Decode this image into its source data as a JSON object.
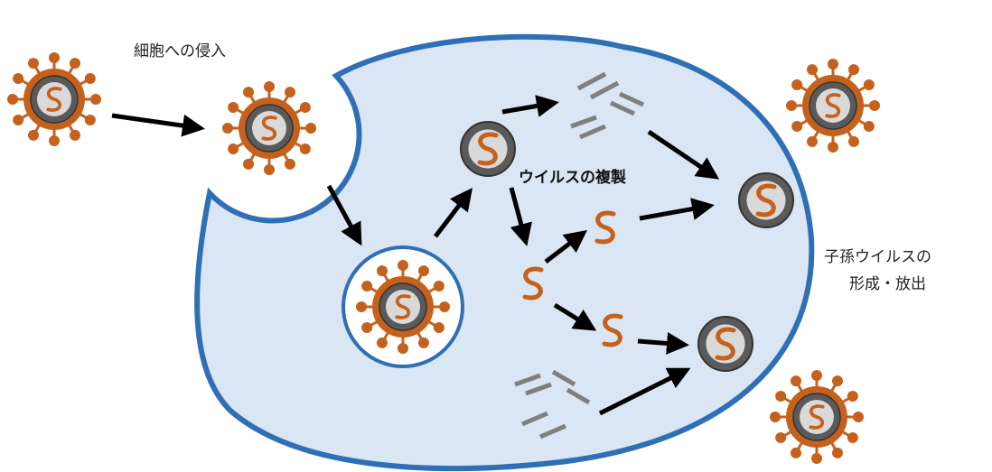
{
  "labels": {
    "entry": "細胞への侵入",
    "replication": "ウイルスの複製",
    "formation_line1": "子孫ウイルスの",
    "formation_line2": "形成・放出"
  },
  "colors": {
    "cell_fill": "#dbe6f4",
    "cell_border": "#2e6fb5",
    "virus_orange": "#c5611c",
    "capsid_dark": "#5a5a5a",
    "capsid_light": "#d9d9d9",
    "arrow": "#000000",
    "fragment": "#7f7f7f"
  },
  "icons": {
    "virus": "enveloped-virus-icon",
    "capsid": "capsid-icon",
    "genome": "rna-strand-icon",
    "fragment": "protein-fragment-icon"
  }
}
